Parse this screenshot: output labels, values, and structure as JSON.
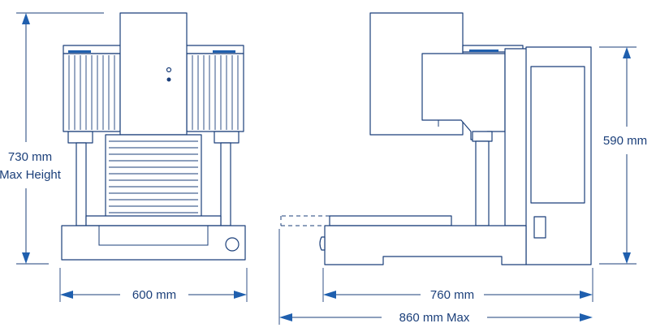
{
  "dimensions": {
    "front_height": {
      "line1": "730 mm",
      "line2": "Max Height"
    },
    "front_width": "600 mm",
    "side_height": "590 mm",
    "side_depth": "760 mm",
    "side_depth_max": "860 mm Max"
  },
  "colors": {
    "line": "#1b3f7a",
    "arrow": "#1f5fae"
  }
}
